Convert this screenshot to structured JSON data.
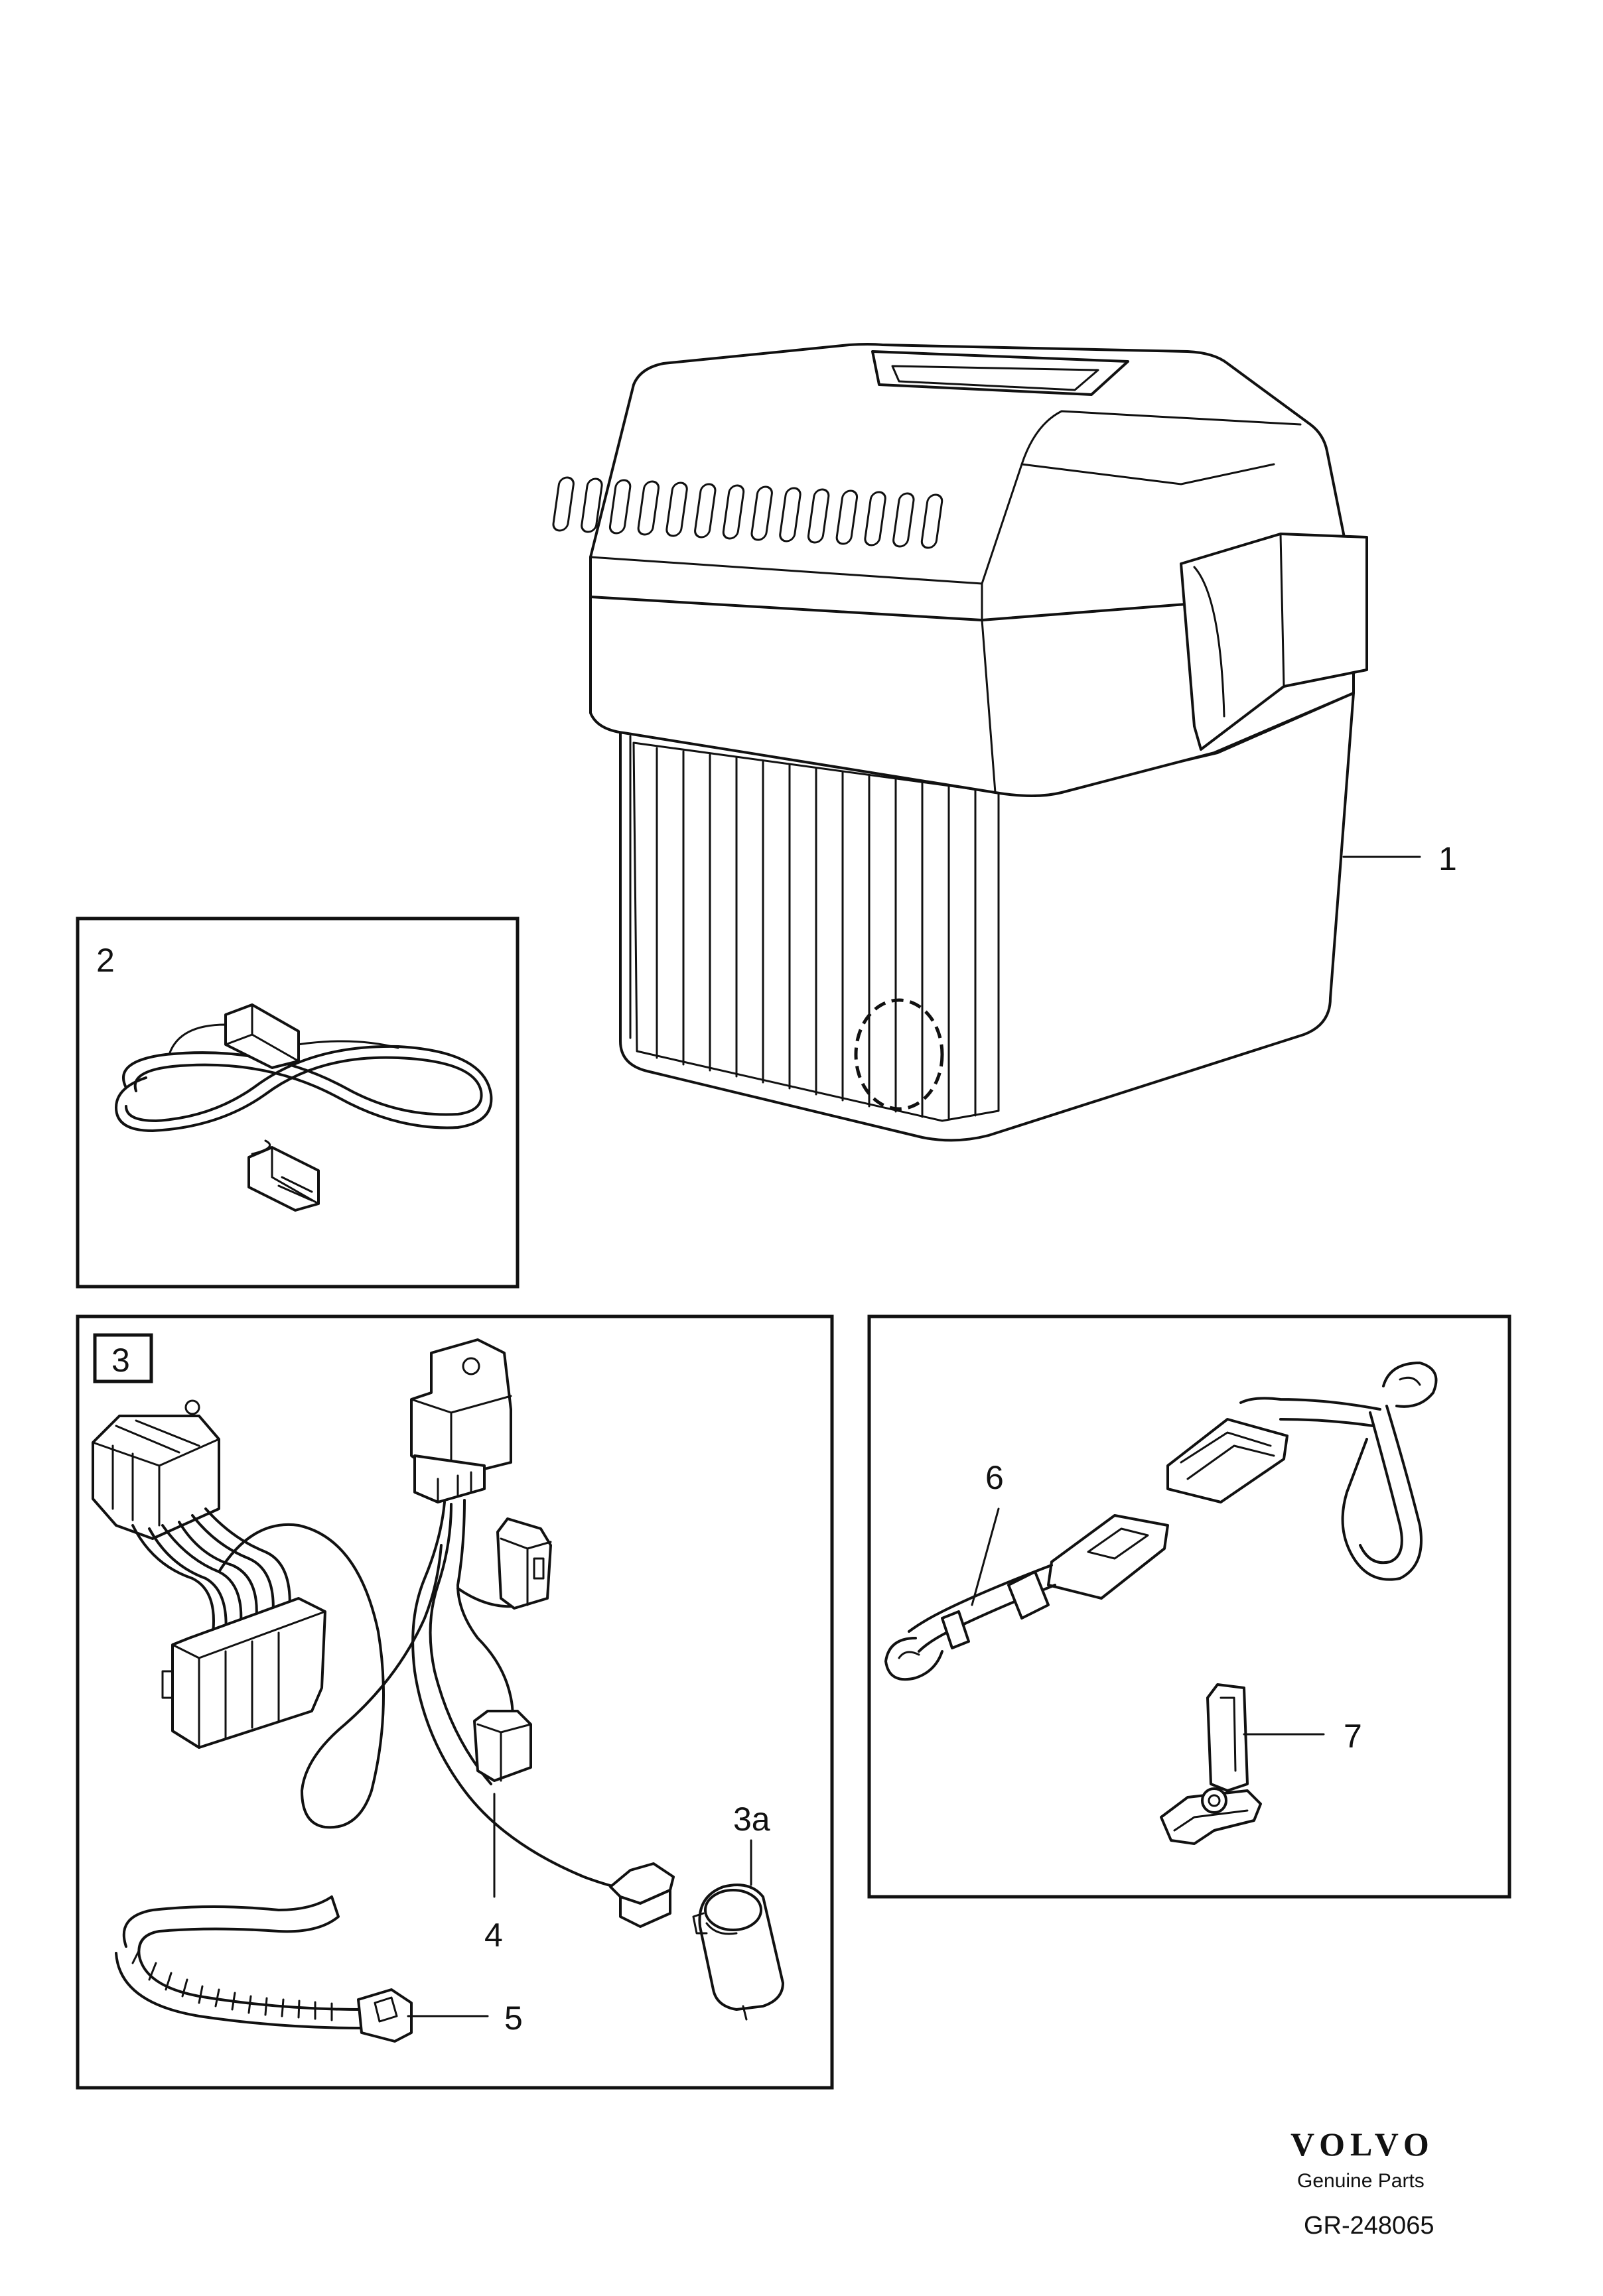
{
  "callouts": {
    "part1": "1",
    "part2": "2",
    "part3": "3",
    "part3a": "3a",
    "part4": "4",
    "part5": "5",
    "part6": "6",
    "part7": "7"
  },
  "footer": {
    "brand": "VOLVO",
    "tagline": "Genuine Parts",
    "reference": "GR-248065"
  },
  "colors": {
    "ink": "#111111",
    "background": "#ffffff"
  }
}
